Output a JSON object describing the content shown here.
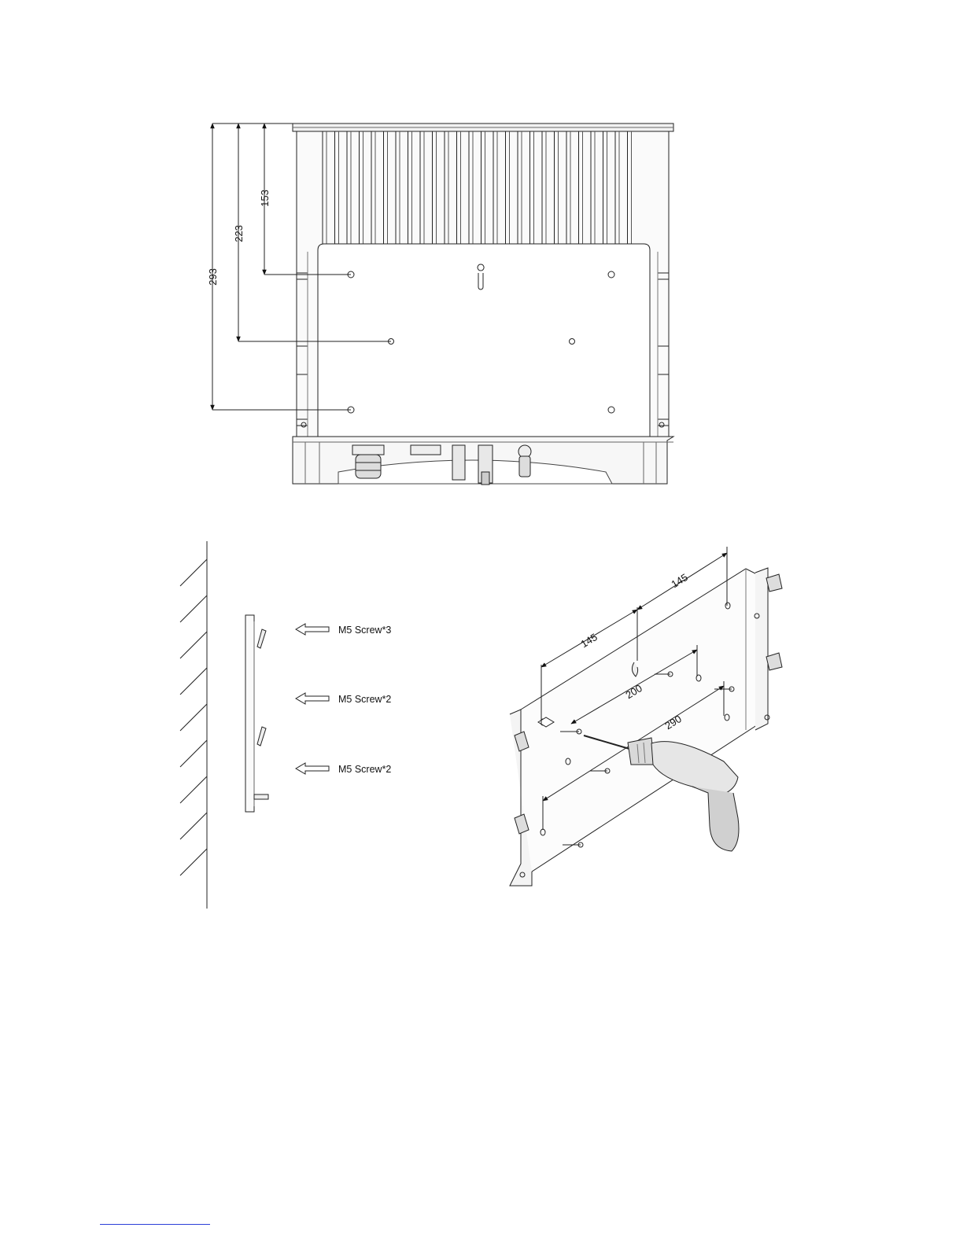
{
  "top_view": {
    "dimensions": {
      "d293": "293",
      "d223": "223",
      "d153": "153"
    }
  },
  "side_view": {
    "callouts": [
      "M5 Screw*3",
      "M5 Screw*2",
      "M5 Screw*2"
    ]
  },
  "iso_view": {
    "dimensions": {
      "d145_left": "145",
      "d145_right": "145",
      "d200": "200",
      "d290": "290"
    }
  }
}
